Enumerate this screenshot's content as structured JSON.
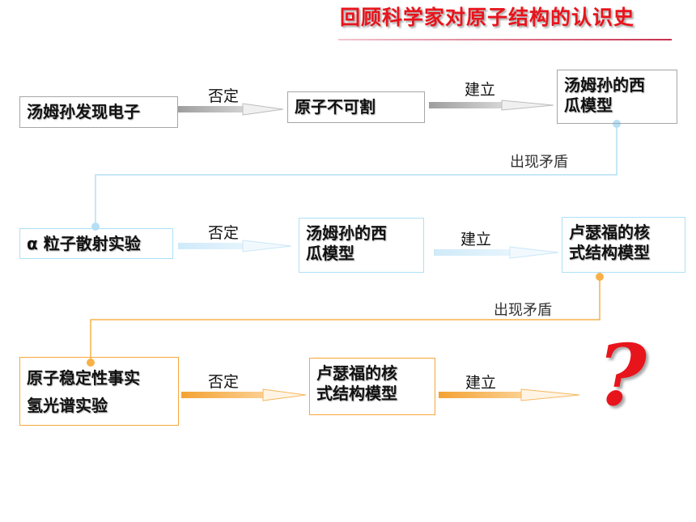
{
  "title": "回顾科学家对原子结构的认识史",
  "row1": {
    "start": "汤姆孙发现电子",
    "negate": "否定",
    "middle": "原子不可割",
    "establish": "建立",
    "end": [
      "汤姆孙的西",
      "瓜模型"
    ]
  },
  "contradiction1": "出现矛盾",
  "row2": {
    "start": "α 粒子散射实验",
    "negate": "否定",
    "middle": [
      "汤姆孙的西",
      "瓜模型"
    ],
    "establish": "建立",
    "end": [
      "卢瑟福的核",
      "式结构模型"
    ]
  },
  "contradiction2": "出现矛盾",
  "row3": {
    "start": [
      "原子稳定性事实",
      "氢光谱实验"
    ],
    "negate": "否定",
    "middle": [
      "卢瑟福的核",
      "式结构模型"
    ],
    "establish": "建立",
    "end": "?"
  },
  "colors": {
    "title": "#e8141c",
    "row1": "#a6a6a6",
    "row2": "#aee0f8",
    "row3": "#f7a73b",
    "question": "#e8141c"
  }
}
